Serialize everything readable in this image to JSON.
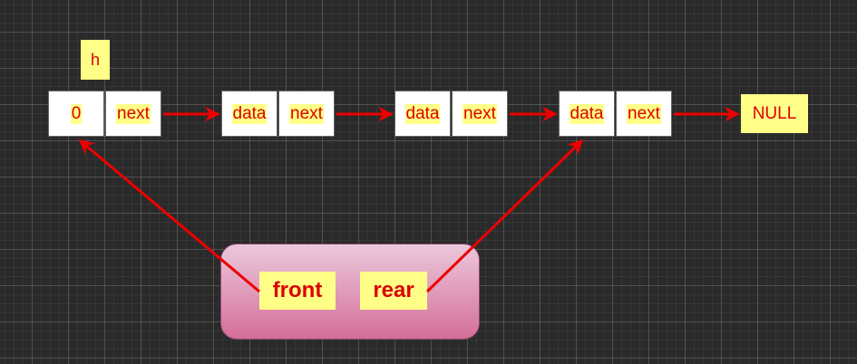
{
  "header_label": "h",
  "nodes": [
    {
      "data": "0",
      "next": "next"
    },
    {
      "data": "data",
      "next": "next"
    },
    {
      "data": "data",
      "next": "next"
    },
    {
      "data": "data",
      "next": "next"
    }
  ],
  "terminator": "NULL",
  "queue": {
    "front": "front",
    "rear": "rear"
  },
  "colors": {
    "arrow": "#ee0000",
    "highlight": "#ffff88",
    "text": "#dd0000",
    "background": "#2a2a2a"
  }
}
